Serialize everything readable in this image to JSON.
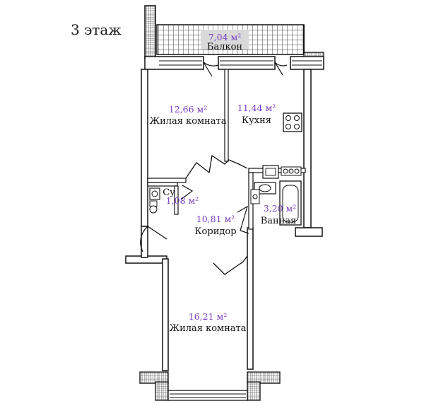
{
  "floor": {
    "label": "3 этаж"
  },
  "rooms": {
    "balcony": {
      "area": "7,04 м²",
      "name": "Балкон"
    },
    "living_top": {
      "area": "12,66 м²",
      "name": "Жилая комната"
    },
    "kitchen": {
      "area": "11,44 м²",
      "name": "Кухня"
    },
    "wc": {
      "area": "1,08 м²",
      "name": "Су"
    },
    "corridor": {
      "area": "10,81 м²",
      "name": "Коридор"
    },
    "bathroom": {
      "area": "3,20 м²",
      "name": "Ванная"
    },
    "living_bottom": {
      "area": "16,21 м²",
      "name": "Жилая комната"
    }
  },
  "colors": {
    "wall": "#111111",
    "area_text": "#7b3fbf",
    "balcony_fill": "#d9d9d9",
    "hatch": "#444444"
  }
}
